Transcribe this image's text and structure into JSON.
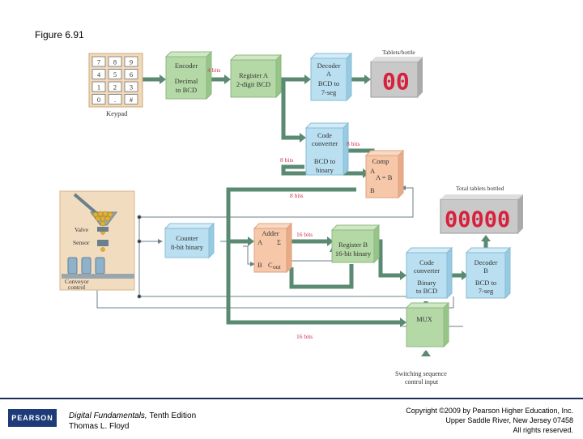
{
  "figure_title": "Figure 6.91",
  "blocks": {
    "keypad": {
      "caption": "Keypad",
      "keys": [
        "7",
        "8",
        "9",
        "4",
        "5",
        "6",
        "1",
        "2",
        "3",
        "0",
        ".",
        "#"
      ]
    },
    "encoder": {
      "lines": [
        "Encoder",
        "Decimal",
        "to BCD"
      ]
    },
    "register_a": {
      "lines": [
        "Register A",
        "2-digit BCD"
      ]
    },
    "decoder_a": {
      "lines": [
        "Decoder",
        "A",
        "BCD to",
        "7-seg"
      ]
    },
    "tablets_bottle": {
      "caption": "Tablets/bottle",
      "digits": "00"
    },
    "code_converter_top": {
      "lines": [
        "Code",
        "converter",
        "BCD to",
        "binary"
      ]
    },
    "comp": {
      "lines": [
        "Comp",
        "A",
        "A = B",
        "B"
      ]
    },
    "total_tablets": {
      "caption": "Total tablets bottled",
      "digits": "00000"
    },
    "counter": {
      "lines": [
        "Counter",
        "8-bit binary"
      ]
    },
    "adder": {
      "lines": [
        "Adder",
        "A",
        "Σ",
        "B",
        "C",
        "out"
      ]
    },
    "register_b": {
      "lines": [
        "Register B",
        "16-bit binary"
      ]
    },
    "code_converter_bottom": {
      "lines": [
        "Code",
        "converter",
        "Binary",
        "to BCD"
      ]
    },
    "decoder_b": {
      "lines": [
        "Decoder",
        "B",
        "BCD to",
        "7-seg"
      ]
    },
    "mux": {
      "lines": [
        "MUX"
      ]
    },
    "conveyor": {
      "valve": "Valve",
      "sensor": "Sensor",
      "conveyor": "Conveyor",
      "control": "control"
    },
    "switching": {
      "lines": [
        "Switching sequence",
        "control input"
      ]
    }
  },
  "bus_labels": {
    "four_bits": "4 bits",
    "eight_bits_left": "8 bits",
    "eight_bits_right": "8 bits",
    "eight_bits_long": "8 bits",
    "sixteen_bits_top": "16 bits",
    "sixteen_bits_bottom": "16 bits"
  },
  "footer": {
    "logo": "PEARSON",
    "book_title": "Digital Fundamentals,",
    "book_edition": " Tenth Edition",
    "author": "Thomas L. Floyd",
    "copyright_lines": [
      "Copyright ©2009 by Pearson Higher Education, Inc.",
      "Upper Saddle River, New Jersey 07458",
      "All rights reserved."
    ]
  },
  "colors": {
    "bus": "#5a8a72",
    "encoder_green": "#b5d9a6",
    "decoder_blue": "#b9dff0",
    "comp_peach": "#f6c7a8",
    "display_red": "#d8203c"
  }
}
